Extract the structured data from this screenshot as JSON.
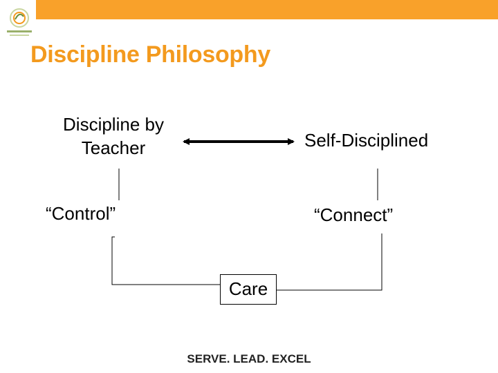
{
  "slide": {
    "title": "Discipline Philosophy",
    "footer": "SERVE. LEAD. EXCEL"
  },
  "diagram": {
    "left_top_line1": "Discipline by",
    "left_top_line2": "Teacher",
    "right_top": "Self-Disciplined",
    "left_mid": "“Control”",
    "right_mid": "“Connect”",
    "bottom": "Care"
  },
  "colors": {
    "accent": "#f9a12a",
    "title": "#f39a1e"
  },
  "logo": {
    "icon": "school-logo-icon"
  }
}
